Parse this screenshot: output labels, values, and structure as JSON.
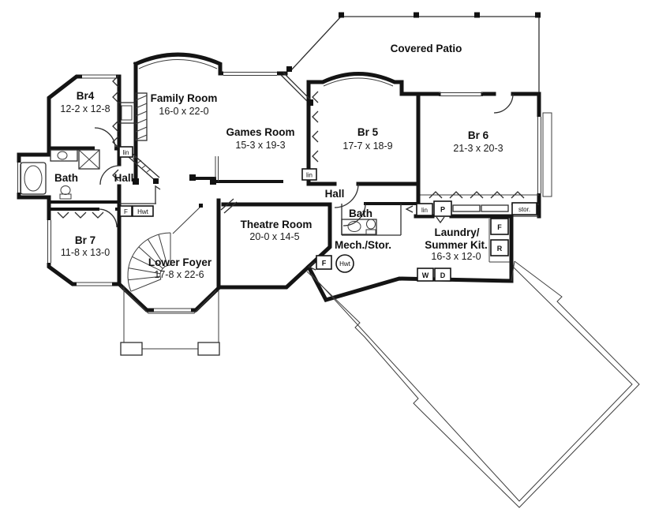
{
  "plan": {
    "rooms": {
      "br4": {
        "name": "Br4",
        "dims": "12-2 x 12-8"
      },
      "family": {
        "name": "Family Room",
        "dims": "16-0 x 22-0"
      },
      "games": {
        "name": "Games Room",
        "dims": "15-3 x 19-3"
      },
      "br5": {
        "name": "Br 5",
        "dims": "17-7 x 18-9"
      },
      "br6": {
        "name": "Br 6",
        "dims": "21-3 x 20-3"
      },
      "patio": {
        "name": "Covered Patio"
      },
      "bath_left": {
        "name": "Bath"
      },
      "hall_left": {
        "name": "Hall"
      },
      "br7": {
        "name": "Br 7",
        "dims": "11-8 x 13-0"
      },
      "foyer": {
        "name": "Lower Foyer",
        "dims": "17-8 x 22-6"
      },
      "theatre": {
        "name": "Theatre Room",
        "dims": "20-0 x 14-5"
      },
      "hall_mid": {
        "name": "Hall"
      },
      "bath_mid": {
        "name": "Bath"
      },
      "mech": {
        "name": "Mech./Stor."
      },
      "laundry": {
        "name_line1": "Laundry/",
        "name_line2": "Summer Kit.",
        "dims": "16-3 x 12-0"
      }
    },
    "fixtures": {
      "linen": "lin",
      "pantry": "P",
      "storage": "stor.",
      "freezer": "F",
      "fridge": "R",
      "washer": "W",
      "dryer": "D",
      "furnace": "F",
      "hot_water_tank": "Hwt"
    },
    "colors": {
      "wall": "#141414",
      "thin_line": "#2e2e2e",
      "background": "#ffffff"
    }
  }
}
